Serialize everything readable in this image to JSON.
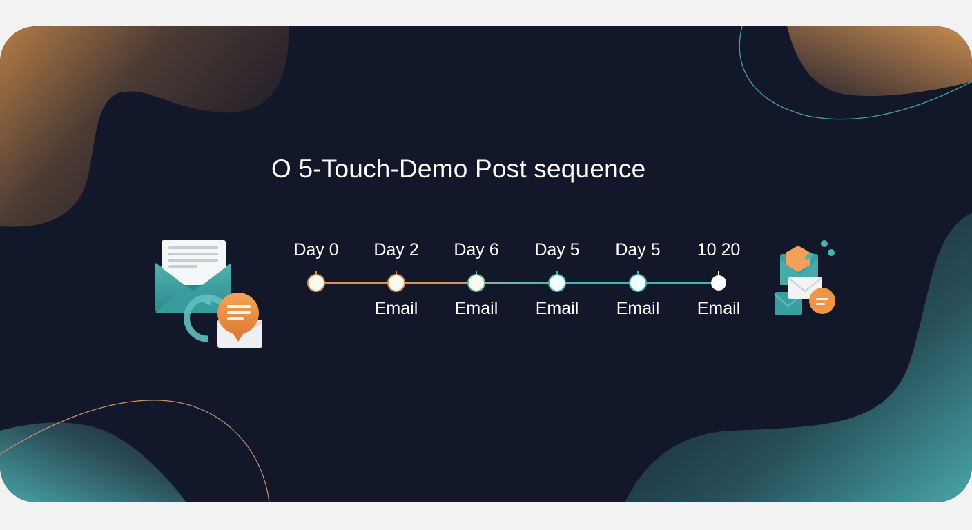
{
  "slide": {
    "title": "O 5-Touch-Demo Post sequence",
    "colors": {
      "background": "#13172a",
      "page": "#f2f2f2",
      "accent_orange": "#e8914a",
      "accent_teal": "#47a9aa",
      "text": "#ffffff"
    }
  },
  "timeline": {
    "steps": [
      {
        "day": "Day 0",
        "channel": "",
        "color": "#d9935a"
      },
      {
        "day": "Day 2",
        "channel": "Email",
        "color": "#d9935a"
      },
      {
        "day": "Day 6",
        "channel": "Email",
        "color": "#6fb59a"
      },
      {
        "day": "Day 5",
        "channel": "Email",
        "color": "#47b3b4"
      },
      {
        "day": "Day 5",
        "channel": "Email",
        "color": "#47b3b4"
      },
      {
        "day": "10 20",
        "channel": "Email",
        "color": "#ffffff"
      }
    ]
  },
  "illustrations": {
    "left": "email-sequence-refresh-icon",
    "right": "email-stack-icon"
  }
}
